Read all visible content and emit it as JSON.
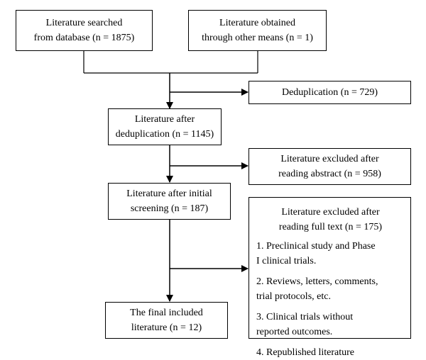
{
  "diagram": {
    "boxes": {
      "search_database": [
        "Literature searched",
        "from database (n = 1875)"
      ],
      "other_means": [
        "Literature obtained",
        "through other means (n = 1)"
      ],
      "deduplication_removed": [
        "Deduplication (n = 729)"
      ],
      "after_deduplication": [
        "Literature after",
        "deduplication (n = 1145)"
      ],
      "excluded_abstract": [
        "Literature excluded after",
        "reading abstract (n = 958)"
      ],
      "after_initial_screening": [
        "Literature after initial",
        "screening (n = 187)"
      ],
      "excluded_full_text": {
        "heading": [
          "Literature excluded after",
          "reading full text (n = 175)"
        ],
        "reasons": [
          [
            "1. Preclinical study and Phase",
            "I clinical trials."
          ],
          [
            "2. Reviews, letters, comments,",
            "trial protocols, etc."
          ],
          [
            "3. Clinical trials without",
            "reported outcomes."
          ],
          [
            "4. Republished literature"
          ]
        ]
      },
      "final_included": [
        "The final included",
        "literature (n = 12)"
      ]
    }
  }
}
